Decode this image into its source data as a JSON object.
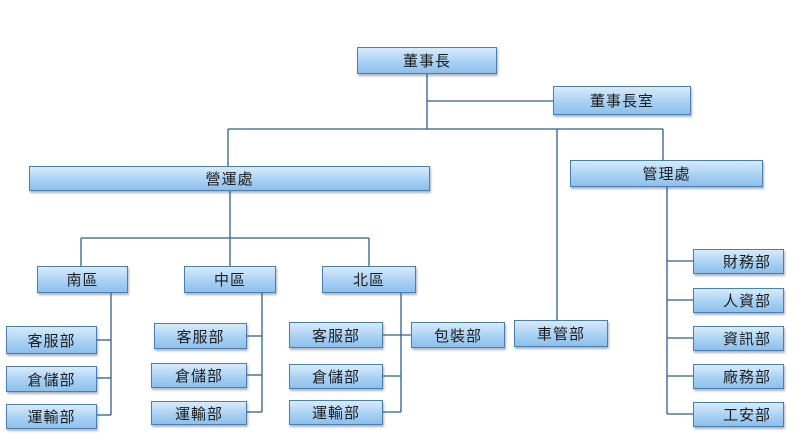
{
  "org_chart": {
    "chairman": "董事長",
    "chairman_office": "董事長室",
    "operations": "營運處",
    "management": "管理處",
    "vehicle_mgmt": "車管部",
    "packaging": "包裝部",
    "south": {
      "name": "南區",
      "customer_service": "客服部",
      "warehouse": "倉儲部",
      "transport": "運輸部"
    },
    "central": {
      "name": "中區",
      "customer_service": "客服部",
      "warehouse": "倉儲部",
      "transport": "運輸部"
    },
    "north": {
      "name": "北區",
      "customer_service": "客服部",
      "warehouse": "倉儲部",
      "transport": "運輸部"
    },
    "mgmt_departments": {
      "finance": "財務部",
      "hr": "人資部",
      "it": "資訊部",
      "factory_affairs": "廠務部",
      "safety": "工安部"
    }
  },
  "colors": {
    "box_fill_top": "#d7ebfb",
    "box_fill_bottom": "#8cc0ec",
    "box_border": "#4d7fae",
    "connector": "#2e5f8c",
    "text": "#1c1c1c"
  }
}
